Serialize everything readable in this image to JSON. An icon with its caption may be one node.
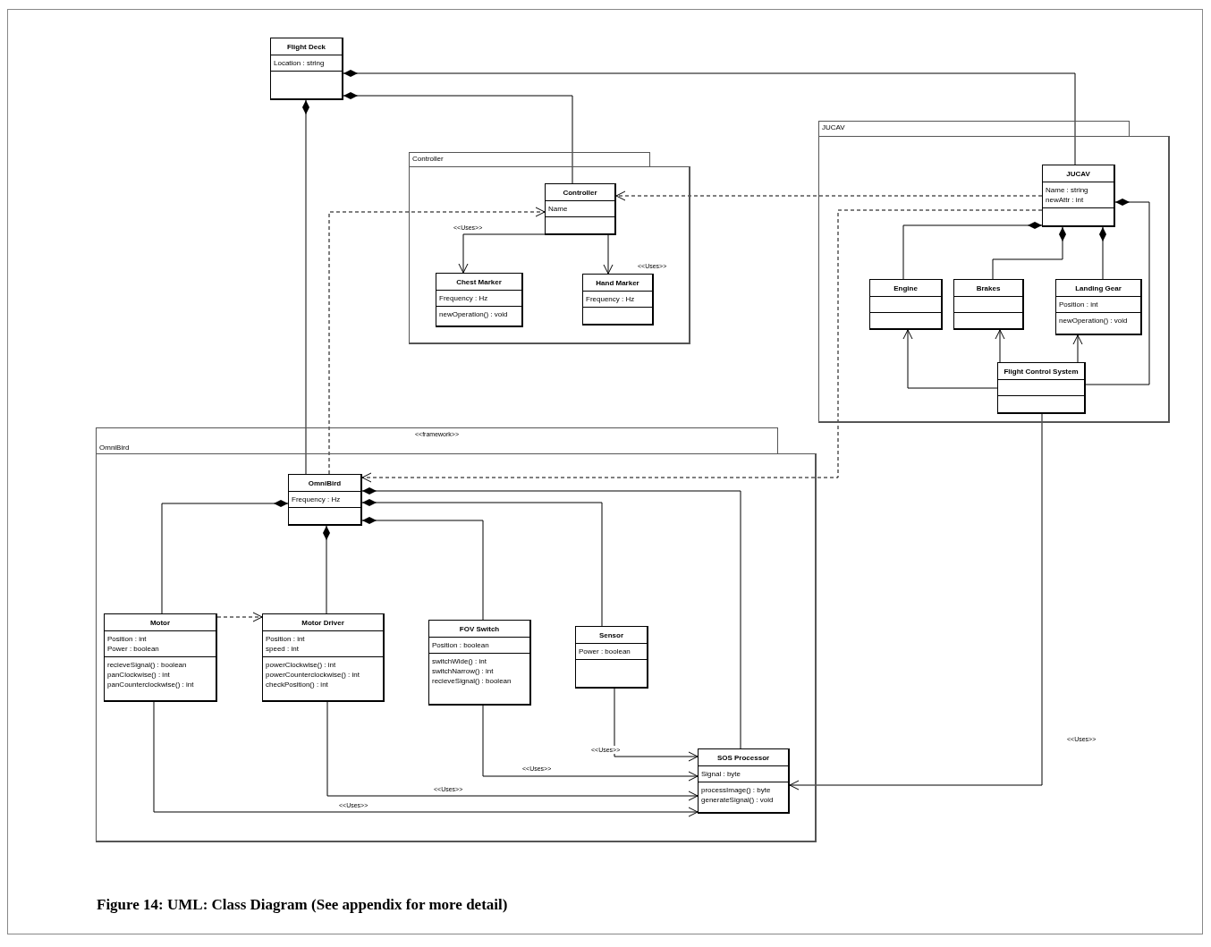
{
  "diagram": {
    "caption": "Figure 14: UML: Class Diagram (See appendix for more detail)",
    "nodes": [
      {
        "text": [
          "Flight Deck",
          "Location : string"
        ]
      },
      {
        "text": [
          "Controller"
        ]
      },
      {
        "text": [
          "Controller",
          "Name"
        ],
        "in": 1
      },
      {
        "text": [
          "Chest Marker",
          "Frequency : Hz",
          "newOperation() : void"
        ],
        "in": 1
      },
      {
        "text": [
          "Hand Marker",
          "Frequency : Hz"
        ],
        "in": 1
      },
      {
        "text": [
          "JUCAV"
        ]
      },
      {
        "text": [
          "JUCAV",
          "Name : string",
          "newAttr : int"
        ],
        "in": 5
      },
      {
        "text": [
          "Engine"
        ],
        "in": 5
      },
      {
        "text": [
          "Brakes"
        ],
        "in": 5
      },
      {
        "text": [
          "Landing Gear",
          "Position : int",
          "newOperation() : void"
        ],
        "in": 5
      },
      {
        "text": [
          "Flight Control System"
        ],
        "in": 5
      },
      {
        "text": [
          "<<framework>>",
          "OmniBird"
        ]
      },
      {
        "text": [
          "OmniBird",
          "Frequency : Hz"
        ],
        "in": 11
      },
      {
        "text": [
          "Motor",
          "Position : int",
          "Power : boolean",
          "recieveSignal() : boolean",
          "panClockwise() : int",
          "panCounterclockwise() : int"
        ],
        "in": 11
      },
      {
        "text": [
          "Motor Driver",
          "Position : int",
          "speed : int",
          "powerClockwise() : int",
          "powerCounterclockwise() : int",
          "checkPosition() : int"
        ],
        "in": 11
      },
      {
        "text": [
          "FOV Switch",
          "Position : boolean",
          "switchWide() : int",
          "switchNarrow() : int",
          "recieveSignal() : boolean"
        ],
        "in": 11
      },
      {
        "text": [
          "Sensor",
          "Power : boolean"
        ],
        "in": 11
      },
      {
        "text": [
          "SOS Processor",
          "Signal : byte",
          "processImage() : byte",
          "generateSignal() : void"
        ],
        "in": 11
      }
    ],
    "edges": [
      {
        "from": 0,
        "to": 6,
        "arrow": "other"
      },
      {
        "from": 0,
        "to": 2,
        "arrow": "other"
      },
      {
        "from": 0,
        "to": 12,
        "arrow": "other"
      },
      {
        "from": 6,
        "to": 2,
        "arrow": "to",
        "style": "dashed"
      },
      {
        "from": 12,
        "to": 2,
        "arrow": "to",
        "style": "dashed"
      },
      {
        "from": 6,
        "to": 12,
        "arrow": "to",
        "style": "dashed"
      },
      {
        "from": 2,
        "to": 3,
        "arrow": "to",
        "label": "<<Uses>>"
      },
      {
        "from": 2,
        "to": 4,
        "arrow": "to",
        "label": "<<Uses>>"
      },
      {
        "from": 6,
        "to": 7,
        "arrow": "other"
      },
      {
        "from": 6,
        "to": 8,
        "arrow": "other"
      },
      {
        "from": 6,
        "to": 9,
        "arrow": "other"
      },
      {
        "from": 6,
        "to": 10,
        "arrow": "other"
      },
      {
        "from": 10,
        "to": 7,
        "arrow": "to"
      },
      {
        "from": 10,
        "to": 8,
        "arrow": "to"
      },
      {
        "from": 10,
        "to": 9,
        "arrow": "to"
      },
      {
        "from": 10,
        "to": 17,
        "arrow": "to",
        "label": "<<Uses>>"
      },
      {
        "from": 12,
        "to": 13,
        "arrow": "other"
      },
      {
        "from": 12,
        "to": 14,
        "arrow": "other"
      },
      {
        "from": 12,
        "to": 15,
        "arrow": "other"
      },
      {
        "from": 12,
        "to": 16,
        "arrow": "other"
      },
      {
        "from": 12,
        "to": 17,
        "arrow": "other"
      },
      {
        "from": 13,
        "to": 14,
        "arrow": "to",
        "style": "dashed"
      },
      {
        "from": 16,
        "to": 17,
        "arrow": "to",
        "label": "<<Uses>>"
      },
      {
        "from": 15,
        "to": 17,
        "arrow": "to",
        "label": "<<Uses>>"
      },
      {
        "from": 14,
        "to": 17,
        "arrow": "to",
        "label": "<<Uses>>"
      },
      {
        "from": 13,
        "to": 17,
        "arrow": "to",
        "label": "<<Uses>>"
      }
    ]
  }
}
